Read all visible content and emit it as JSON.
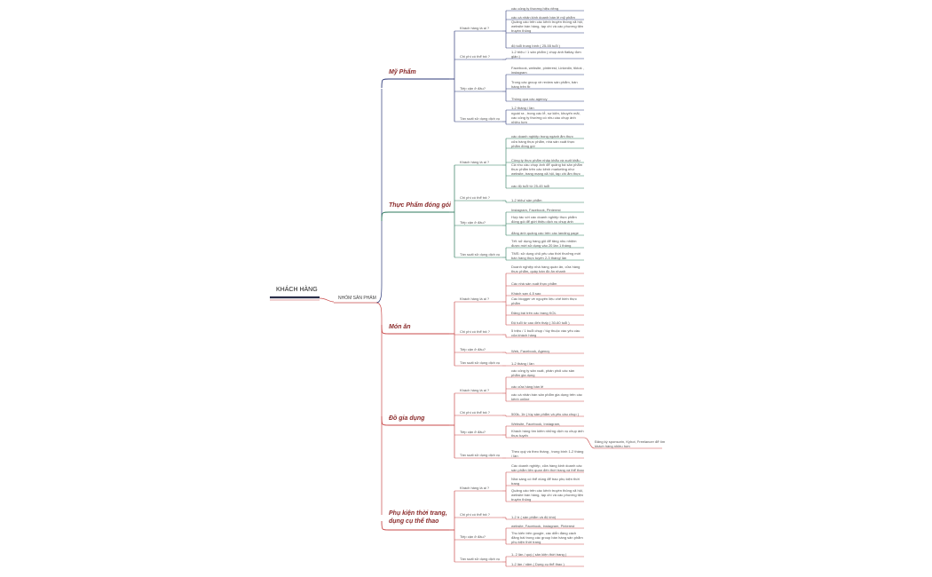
{
  "root": "KHÁCH HÀNG",
  "group": "NHÓM SẢN PHẨM",
  "colors": {
    "my_pham": "#2e3a7a",
    "thuc_pham": "#2e7a5e",
    "mon_an": "#c94a4a",
    "do_gia_dung": "#c94a4a",
    "phu_kien": "#c94a4a",
    "root": "#2b2f4a"
  },
  "categories": [
    {
      "name": "Mỹ Phẩm",
      "branches": [
        {
          "label": "Khách hàng là ai ?",
          "leaves": [
            "các công ty thương hiệu riêng",
            "các cá nhân kinh doanh bán lẻ mỹ phẩm",
            "Quảng cáo trên các kênh truyền thông xã hội, website bán hàng, tạp chí và các phương tiện truyền thông",
            "độ tuổi trung bình ( 25-55 tuổi )"
          ]
        },
        {
          "label": "Chi phí có thể trả ?",
          "leaves": [
            "1-2 triệu / 1 sản phẩm ( chụp ảnh flatlay đơn giản )"
          ]
        },
        {
          "label": "Tiếp cận ở đâu?",
          "leaves": [
            "Facebook, website, pinterest, Linkedin, tiktok , instagram",
            "Trong các group về review sản phẩm, bán hàng trên fb",
            "Thông qua các agency"
          ]
        },
        {
          "label": "Tần suất sử dụng dịch vụ",
          "leaves": [
            "1-2 tháng / lần",
            "ngoài ra , trong các lễ, sự kiện, khuyến mãi, các công ty thường có nhu cầu chụp ảnh nhiều hơn"
          ]
        }
      ]
    },
    {
      "name": "Thực Phẩm đóng gói",
      "branches": [
        {
          "label": "Khách hàng là ai ?",
          "leaves": [
            "các doanh nghiệp trong ngành ẩm thực",
            "cửa hàng thực phẩm, nhà sản xuất thực phẩm đóng gói",
            "Công ty thực phẩm nhập khẩu và xuất khẩu",
            "Cả nhu cầu chụp ảnh để quảng bá sản phẩm thực phẩm trên các kênh marketing như website, trang mạng xã hội, tạp chí ẩm thực",
            "các độ tuổi từ 25-45 tuổi"
          ]
        },
        {
          "label": "Chi phí có thể trả ?",
          "leaves": [
            "1-2 triệu/ sản phẩm"
          ]
        },
        {
          "label": "Tiếp cận ở đâu?",
          "leaves": [
            "Instagram, Facebook, Pinterest",
            "Hợp tác với các doanh nghiệp thực phẩm đóng gói để giới thiệu dịch vụ chụp ảnh",
            "đăng ảnh quảng cáo trên các landing page"
          ]
        },
        {
          "label": "Tần suất sử dụng dịch vụ",
          "leaves": [
            "Tết: sử dụng hàng giỏ để tăng nhu nhiệm được mời sử dụng vào 20 lần  1 tháng",
            "TMS: sử dụng chủ yếu vào thời thưởng mới bán hàng thực tuyến 2-3 tháng/ lần"
          ]
        }
      ]
    },
    {
      "name": "Món ăn",
      "branches": [
        {
          "label": "Khách hàng là ai ?",
          "leaves": [
            "Doanh nghiệp nhà hàng quán ăn, cửa hàng thực phẩm, quầy bán đồ ăn nhanh",
            "Các nhà sản xuất thực phẩm",
            "Khách sạn 4-5 sao",
            "Các blogger về nguyên liệu chế biến thực phẩm",
            "Đăng bài trên các trang KOL",
            "Độ tuổi từ cao đến thấp ( 30-60 tuổi )"
          ]
        },
        {
          "label": "Chi phí có thể trả ?",
          "leaves": [
            "5 triệu / 1 buổi chụp / tùy thuộc vào yêu cầu của khách hàng"
          ]
        },
        {
          "label": "Tiếp cận ở đâu?",
          "leaves": [
            "Web, Facebook, Agency"
          ]
        },
        {
          "label": "Tần suất sử dụng dịch vụ",
          "leaves": [
            "1-2 tháng / lần"
          ]
        }
      ]
    },
    {
      "name": "Đồ gia dụng",
      "branches": [
        {
          "label": "Khách hàng là ai ?",
          "leaves": [
            "các công ty sản xuất, phân phối các sản phẩm gia dụng",
            "các cửa hàng bán lẻ",
            "các cá nhân bán sản phẩm gia dụng trên các kênh online"
          ]
        },
        {
          "label": "Chi phí có thể trả ?",
          "leaves": [
            "500k- 1tr ( tùy sản phẩm và yêu cầu chụp )"
          ]
        },
        {
          "label": "Tiếp cận ở đâu?",
          "leaves": [
            "Website, Facebook, Instagram,",
            "Khách hàng tìm kiếm những dịch vụ chụp ảnh thực tuyến"
          ],
          "extra": "Đăng ký sponsorin, Kyhot, Freelancer để tìm khách hàng nhiều hơn"
        },
        {
          "label": "Tần suất sử dụng dịch vụ",
          "leaves": [
            "Theo quý và theo tháng , trung bình 1-2 tháng / lần"
          ]
        }
      ]
    },
    {
      "name": "Phụ kiện thời trang, dụng cụ thể thao",
      "branches": [
        {
          "label": "Khách hàng là ai ?",
          "leaves": [
            "Các doanh nghiệp, cửa hàng kinh doanh các sản phẩm liên quan đến thời trang và thể thao",
            "Nhà sáng có thể dùng để trao phụ kiện thời trang",
            "Quảng cáo trên các kênh truyền thông xã hội, website bán hàng, tạp chí và các phương tiện truyền thông"
          ]
        },
        {
          "label": "Chi phí có thể trả ?",
          "leaves": [
            "1-2 tr ( sản phẩm và độ khó)"
          ]
        },
        {
          "label": "Tiếp cận ở đâu?",
          "leaves": [
            "website, Facebook, Instagram, Pinterest",
            "Thu kiến trên google, các diễn đàng cách đăng bài trong các group bán hàng sản phẩm phụ kiện thời trang"
          ]
        },
        {
          "label": "Tần suất sử dụng dịch vụ",
          "leaves": [
            "1- 2 lần / quý ( sản kiện thời trang )",
            "1-2 lần / năm ( Dụng cụ thể thao )"
          ]
        }
      ]
    }
  ]
}
